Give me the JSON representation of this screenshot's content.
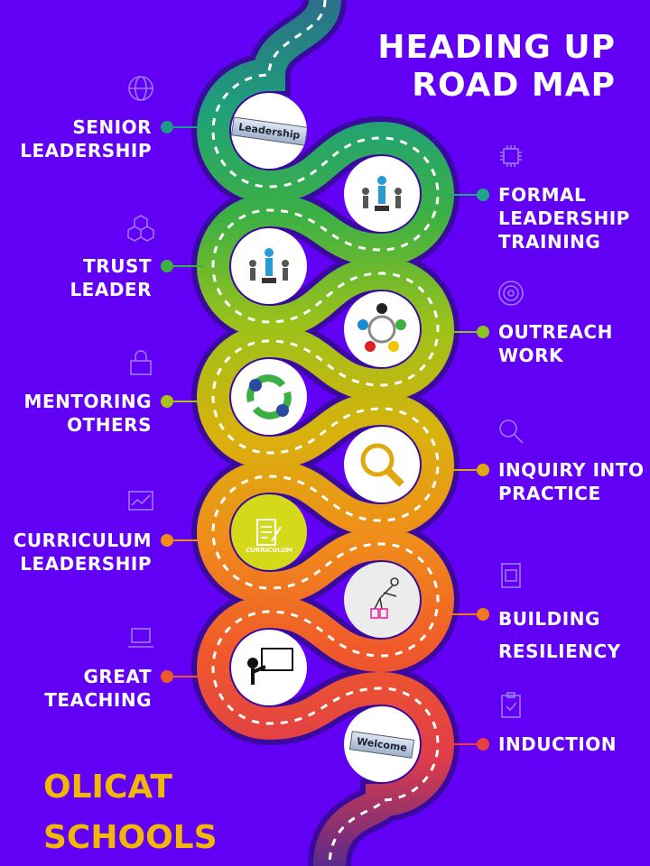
{
  "title": {
    "line1": "HEADING UP",
    "line2": "ROAD MAP"
  },
  "road_gradient": [
    "#2b6f8a",
    "#1fa07a",
    "#3cb043",
    "#9cc21a",
    "#d9b20c",
    "#f08c1a",
    "#f05a2a",
    "#e03c48",
    "#5a2a8a"
  ],
  "stages": [
    {
      "label": [
        "SENIOR",
        "LEADERSHIP"
      ],
      "side": "left",
      "color": "#1f9a8a",
      "icon": "globe-icon",
      "image": "leadership-sign",
      "image_text": "Leadership"
    },
    {
      "label": [
        "FORMAL",
        "LEADERSHIP",
        "TRAINING"
      ],
      "side": "right",
      "color": "#1fa58a",
      "icon": "chip-icon",
      "image": "leader-group"
    },
    {
      "label": [
        "TRUST",
        "LEADER"
      ],
      "side": "left",
      "color": "#3cb043",
      "icon": "cubes-icon",
      "image": "leader-podium"
    },
    {
      "label": [
        "OUTREACH",
        "WORK"
      ],
      "side": "right",
      "color": "#8cc21f",
      "icon": "target-icon",
      "image": "people-circle"
    },
    {
      "label": [
        "MENTORING",
        "OTHERS"
      ],
      "side": "left",
      "color": "#a8c21a",
      "icon": "lock-icon",
      "image": "recycle-people"
    },
    {
      "label": [
        "INQUIRY INTO",
        "PRACTICE"
      ],
      "side": "right",
      "color": "#e0a810",
      "icon": "magnifier-icon",
      "image": "magnifier"
    },
    {
      "label": [
        "CURRICULUM",
        "LEADERSHIP"
      ],
      "side": "left",
      "color": "#f08c1a",
      "icon": "chart-icon",
      "image": "curriculum-notepad",
      "image_text": "CURRICULUM"
    },
    {
      "label": [
        "BUILDING",
        "RESILIENCY"
      ],
      "side": "right",
      "color": "#f07a1a",
      "icon": "document-icon",
      "image": "spring-jumper"
    },
    {
      "label": [
        "GREAT",
        "TEACHING"
      ],
      "side": "left",
      "color": "#f05a2a",
      "icon": "laptop-icon",
      "image": "teacher-board"
    },
    {
      "label": [
        "INDUCTION"
      ],
      "side": "right",
      "color": "#e84040",
      "icon": "clipboard-icon",
      "image": "welcome-sign",
      "image_text": "Welcome"
    }
  ],
  "logo": {
    "line1": "OLICAT",
    "line2": "SCHOOLS"
  }
}
